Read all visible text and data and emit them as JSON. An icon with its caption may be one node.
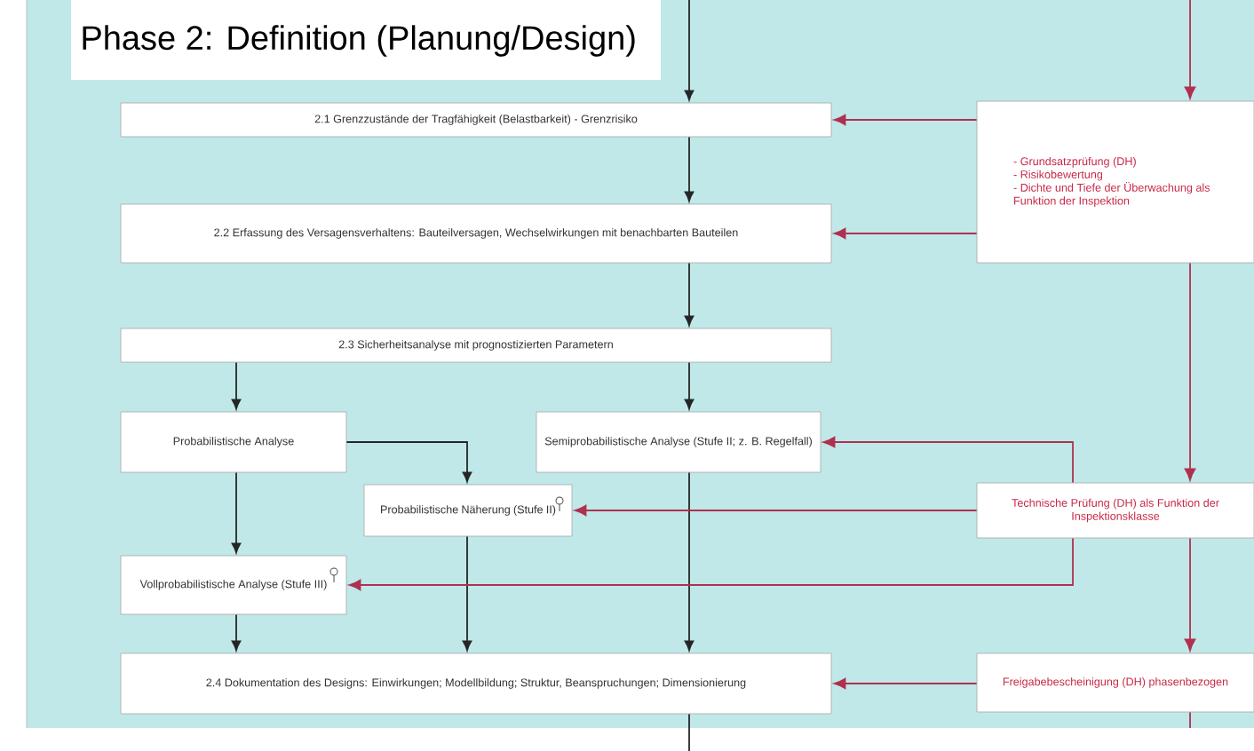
{
  "diagram": {
    "title": "Phase 2: Definition (Planung/Design)",
    "nodes": [
      {
        "text": [
          "2.1 Grenzzustände der Tragfähigkeit (Belastbarkeit) - Grenzrisiko"
        ]
      },
      {
        "text": [
          "2.2 Erfassung des Versagensverhaltens: Bauteilversagen, Wechselwirkungen mit benachbarten Bauteilen"
        ]
      },
      {
        "text": [
          "2.3 Sicherheitsanalyse mit prognostizierten Parametern"
        ]
      },
      {
        "text": [
          "Probabilistische Analyse"
        ]
      },
      {
        "text": [
          "Semiprobabilistische Analyse (Stufe II; z. B. Regelfall)"
        ]
      },
      {
        "text": [
          "Probabilistische Näherung (Stufe II)"
        ]
      },
      {
        "text": [
          "Vollprobabilistische Analyse (Stufe III)"
        ]
      },
      {
        "text": [
          "2.4 Dokumentation des Designs: Einwirkungen; Modellbildung; Struktur, Beanspruchungen; Dimensionierung"
        ]
      },
      {
        "text": [
          "- Grundsatzprüfung (DH)",
          "- Risikobewertung",
          "- Dichte und Tiefe der Überwachung als Funktion der Inspektion"
        ]
      },
      {
        "text": [
          "Technische Prüfung (DH) als Funktion der Inspektionsklasse"
        ]
      },
      {
        "text": [
          "Freigabebescheinigung (DH) phasenbezogen"
        ]
      }
    ],
    "edges": [
      {
        "from": null,
        "to": 0,
        "arrow": "to"
      },
      {
        "from": 0,
        "to": 1,
        "arrow": "to"
      },
      {
        "from": 1,
        "to": 2,
        "arrow": "to"
      },
      {
        "from": 2,
        "to": 3,
        "arrow": "to"
      },
      {
        "from": 2,
        "to": 4,
        "arrow": "to"
      },
      {
        "from": 3,
        "to": 5,
        "arrow": "to"
      },
      {
        "from": 3,
        "to": 6,
        "arrow": "to"
      },
      {
        "from": 6,
        "to": 7,
        "arrow": "to"
      },
      {
        "from": 5,
        "to": 7,
        "arrow": "to"
      },
      {
        "from": 4,
        "to": 7,
        "arrow": "to"
      },
      {
        "from": 7,
        "to": null,
        "arrow": "none"
      },
      {
        "from": null,
        "to": 8,
        "arrow": "to",
        "color": "#b0304f"
      },
      {
        "from": 8,
        "to": 9,
        "arrow": "to",
        "color": "#b0304f"
      },
      {
        "from": 9,
        "to": 10,
        "arrow": "to",
        "color": "#b0304f"
      },
      {
        "from": 10,
        "to": null,
        "arrow": "none",
        "color": "#b0304f"
      },
      {
        "from": 8,
        "to": 0,
        "arrow": "to",
        "color": "#b0304f"
      },
      {
        "from": 8,
        "to": 1,
        "arrow": "to",
        "color": "#b0304f"
      },
      {
        "from": 9,
        "to": 4,
        "arrow": "to",
        "color": "#b0304f"
      },
      {
        "from": 9,
        "to": 5,
        "arrow": "to",
        "color": "#b0304f"
      },
      {
        "from": 9,
        "to": 6,
        "arrow": "to",
        "color": "#b0304f"
      },
      {
        "from": 10,
        "to": 7,
        "arrow": "to",
        "color": "#b0304f"
      }
    ]
  }
}
